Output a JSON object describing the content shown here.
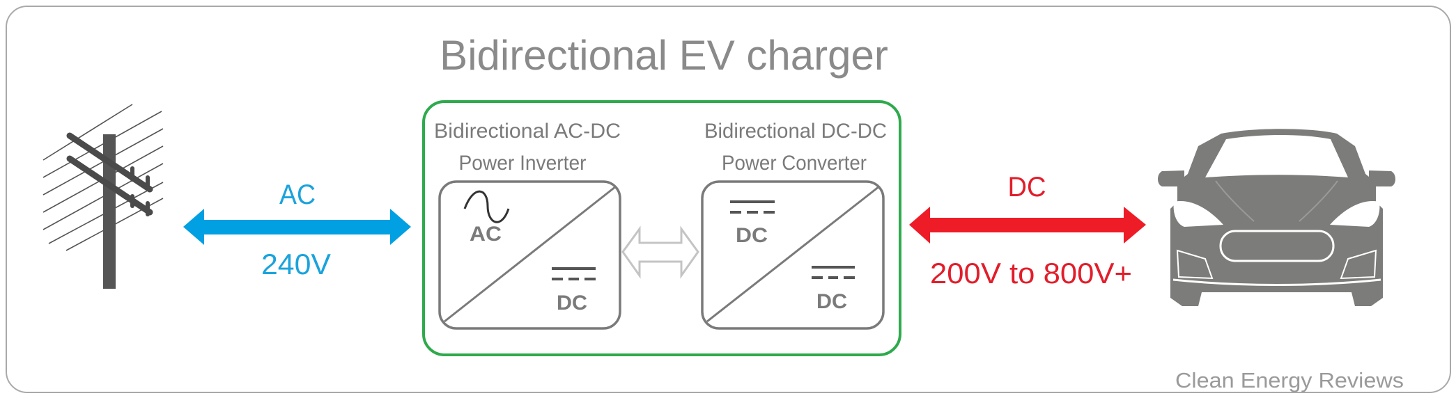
{
  "title": "Bidirectional EV charger",
  "inverter": {
    "label_line1": "Bidirectional AC-DC",
    "label_line2": "Power Inverter",
    "input_label": "AC",
    "output_label": "DC"
  },
  "converter": {
    "label_line1": "Bidirectional DC-DC",
    "label_line2": "Power Converter",
    "input_label": "DC",
    "output_label": "DC"
  },
  "grid_link": {
    "type_label": "AC",
    "voltage_label": "240V"
  },
  "vehicle_link": {
    "type_label": "DC",
    "voltage_label": "200V to 800V+"
  },
  "watermark": "Clean Energy Reviews",
  "colors": {
    "ac_arrow": "#00a0e2",
    "dc_arrow": "#ee1c27",
    "charger_border": "#2eaa4c",
    "text_gray": "#8a8a8a",
    "car": "#7c7c7a"
  }
}
